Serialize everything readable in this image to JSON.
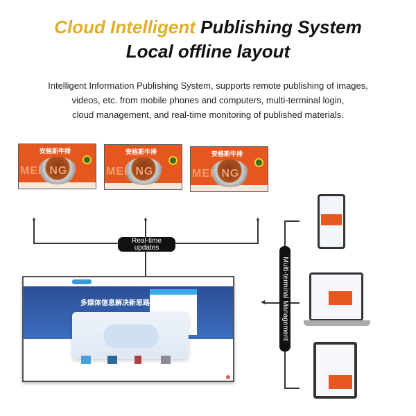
{
  "header": {
    "title_highlight": "Cloud Intelligent",
    "title_rest": "Publishing System",
    "subtitle": "Local offline layout"
  },
  "description": {
    "lines": [
      "Intelligent Information Publishing System, supports remote publishing of images,",
      "videos, etc. from mobile phones and computers, multi-terminal login,",
      "cloud management, and real-time monitoring of published materials."
    ]
  },
  "screens": {
    "ad_headline": "安格斯牛排",
    "ad_background_text": "MEI  NG"
  },
  "labels": {
    "realtime_line1": "Real-time",
    "realtime_line2": "updates",
    "multi_terminal": "Multi-terminal Management"
  },
  "website": {
    "banner_text": "多媒体信息解决新思路"
  },
  "colors": {
    "accent": "#e0ae2a",
    "ad_orange": "#e5571f",
    "site_blue": "#2f5ea8"
  }
}
